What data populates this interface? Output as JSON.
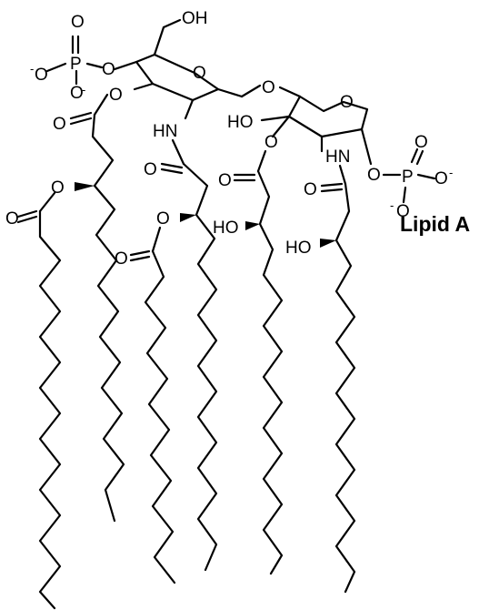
{
  "diagram": {
    "title": "Lipid A",
    "atom_labels": {
      "O": "O",
      "OH": "OH",
      "HO": "HO",
      "HN": "HN",
      "P": "P",
      "O_minus": "O",
      "minus": "-"
    }
  }
}
